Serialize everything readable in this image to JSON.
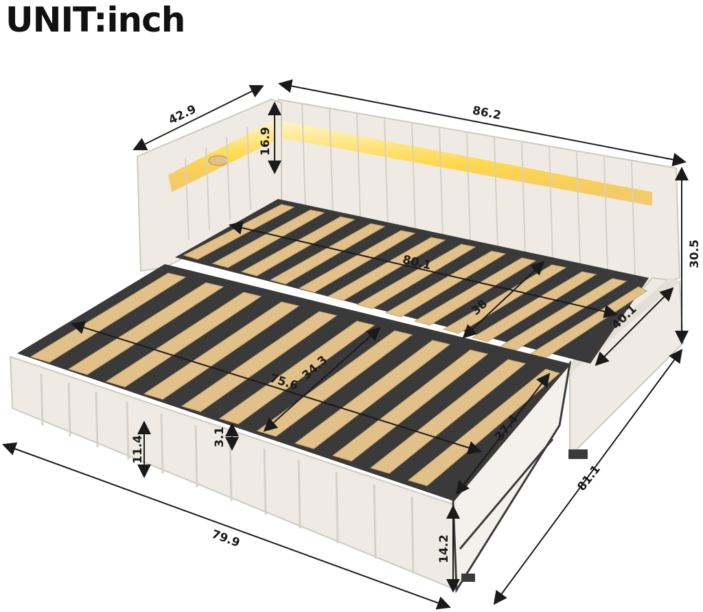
{
  "title": "UNIT:inch",
  "dimensions": {
    "backrest_depth": "42.9",
    "overall_width": "86.2",
    "armrest_height": "16.9",
    "main_length": "80.1",
    "overall_height": "30.5",
    "main_width": "38",
    "arm_width": "40.1",
    "trundle_length": "75.6",
    "trundle_width": "34.3",
    "trundle_inner_width": "37.4",
    "trundle_side_height": "11.4",
    "slat_gap": "3.1",
    "overall_length": "79.9",
    "overall_depth": "81.1",
    "trundle_height": "14.2"
  },
  "colors": {
    "upholstery": "#efebe4",
    "upholstery_shadow": "#d9d4ca",
    "slat": "#e2c08a",
    "frame": "#3a3a3a",
    "led": "#ffd94d"
  }
}
